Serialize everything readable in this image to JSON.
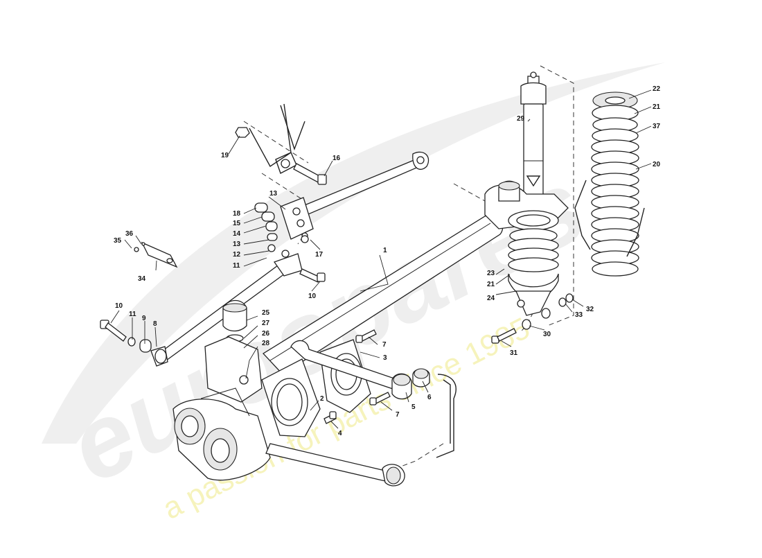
{
  "watermark": {
    "brand": "eurospares",
    "tagline": "a passion for parts since 1985"
  },
  "callouts": [
    "1",
    "2",
    "3",
    "4",
    "5",
    "6",
    "7",
    "7",
    "8",
    "9",
    "10",
    "10",
    "11",
    "11",
    "12",
    "13",
    "13",
    "14",
    "15",
    "16",
    "17",
    "18",
    "19",
    "20",
    "21",
    "21",
    "22",
    "23",
    "24",
    "25",
    "26",
    "27",
    "28",
    "29",
    "30",
    "31",
    "32",
    "33",
    "34",
    "35",
    "36",
    "37"
  ]
}
